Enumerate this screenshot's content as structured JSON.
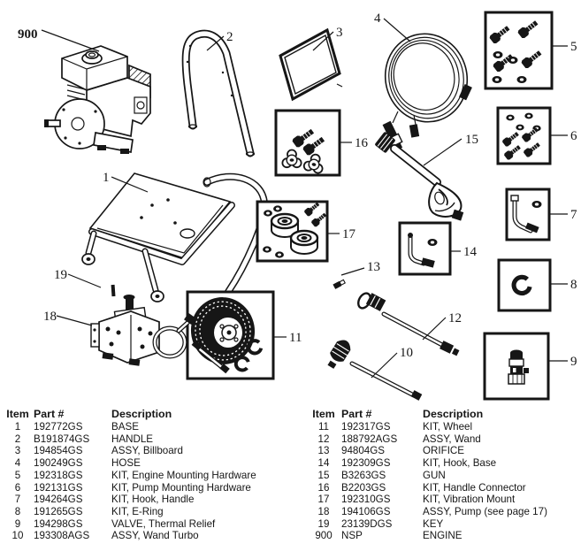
{
  "colors": {
    "ink": "#161616",
    "paper": "#ffffff"
  },
  "diagram": {
    "callouts": {
      "n900": "900",
      "n1": "1",
      "n2": "2",
      "n3": "3",
      "n4": "4",
      "n5": "5",
      "n6": "6",
      "n7": "7",
      "n8": "8",
      "n9": "9",
      "n10": "10",
      "n11": "11",
      "n12": "12",
      "n13": "13",
      "n14": "14",
      "n15": "15",
      "n16": "16",
      "n17": "17",
      "n18": "18",
      "n19": "19"
    },
    "parts": [
      "engine",
      "handle",
      "billboard",
      "hose",
      "engine-mounting-hardware-kit",
      "pump-mounting-hardware-kit",
      "hook-handle-kit",
      "e-ring-kit",
      "thermal-relief-valve",
      "wand-turbo",
      "wheel-kit",
      "wand",
      "orifice",
      "hook-base-kit",
      "gun",
      "handle-connector-kit",
      "vibration-mount-kit",
      "pump",
      "key"
    ]
  },
  "parts_tables": {
    "left": {
      "headers": {
        "item": "Item",
        "part": "Part #",
        "desc": "Description"
      },
      "rows": [
        {
          "item": "1",
          "part": "192772GS",
          "desc": "BASE"
        },
        {
          "item": "2",
          "part": "B191874GS",
          "desc": "HANDLE"
        },
        {
          "item": "3",
          "part": "194854GS",
          "desc": "ASSY, Billboard"
        },
        {
          "item": "4",
          "part": "190249GS",
          "desc": "HOSE"
        },
        {
          "item": "5",
          "part": "192318GS",
          "desc": "KIT, Engine Mounting Hardware"
        },
        {
          "item": "6",
          "part": "192131GS",
          "desc": "KIT, Pump Mounting Hardware"
        },
        {
          "item": "7",
          "part": "194264GS",
          "desc": "KIT, Hook, Handle"
        },
        {
          "item": "8",
          "part": "191265GS",
          "desc": "KIT, E-Ring"
        },
        {
          "item": "9",
          "part": "194298GS",
          "desc": "VALVE, Thermal Relief"
        },
        {
          "item": "10",
          "part": "193308AGS",
          "desc": "ASSY, Wand Turbo"
        }
      ]
    },
    "right": {
      "headers": {
        "item": "Item",
        "part": "Part #",
        "desc": "Description"
      },
      "rows": [
        {
          "item": "11",
          "part": "192317GS",
          "desc": "KIT, Wheel"
        },
        {
          "item": "12",
          "part": "188792AGS",
          "desc": "ASSY, Wand"
        },
        {
          "item": "13",
          "part": "94804GS",
          "desc": "ORIFICE"
        },
        {
          "item": "14",
          "part": "192309GS",
          "desc": "KIT, Hook, Base"
        },
        {
          "item": "15",
          "part": "B3263GS",
          "desc": "GUN"
        },
        {
          "item": "16",
          "part": "B2203GS",
          "desc": "KIT, Handle Connector"
        },
        {
          "item": "17",
          "part": "192310GS",
          "desc": "KIT, Vibration Mount"
        },
        {
          "item": "18",
          "part": "194106GS",
          "desc": "ASSY, Pump (see page 17)"
        },
        {
          "item": "19",
          "part": "23139DGS",
          "desc": "KEY"
        },
        {
          "item": "900",
          "part": "NSP",
          "desc": "ENGINE"
        }
      ]
    }
  }
}
